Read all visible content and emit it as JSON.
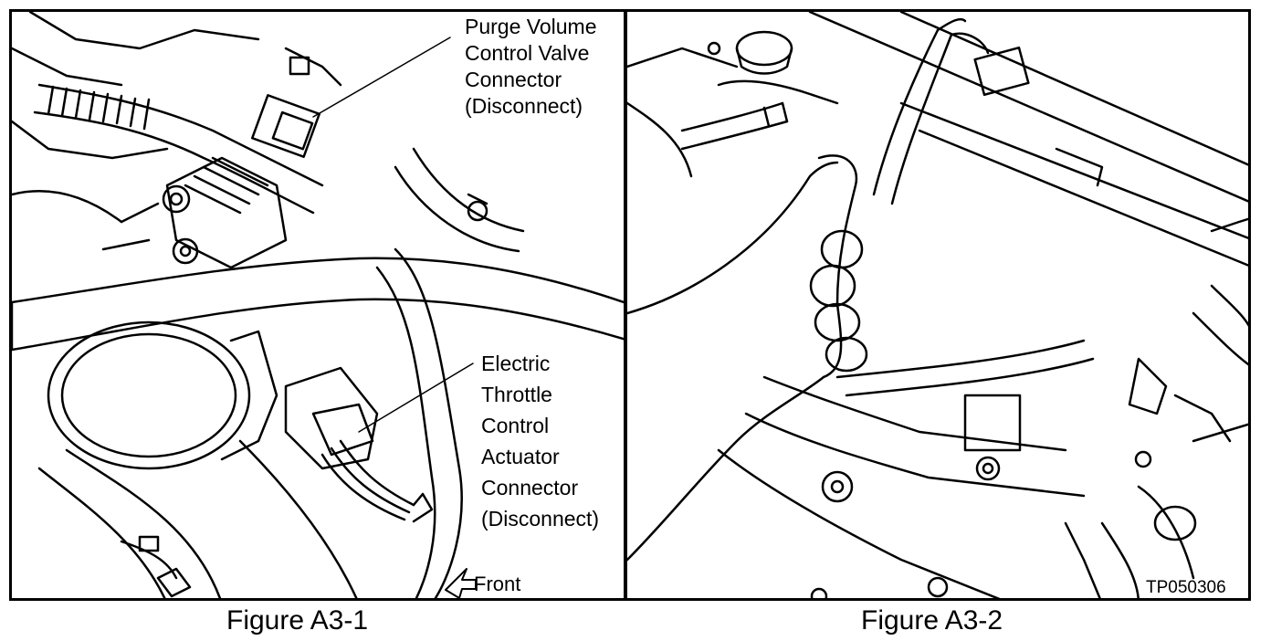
{
  "figures": [
    {
      "caption": "Figure A3-1",
      "labels": {
        "purge": [
          "Purge Volume",
          "Control Valve",
          "Connector",
          "(Disconnect)"
        ],
        "etc": [
          "Electric",
          "Throttle",
          "Control",
          "Actuator",
          "Connector",
          "(Disconnect)"
        ],
        "front": "Front"
      }
    },
    {
      "caption": "Figure A3-2",
      "code": "TP050306"
    }
  ]
}
